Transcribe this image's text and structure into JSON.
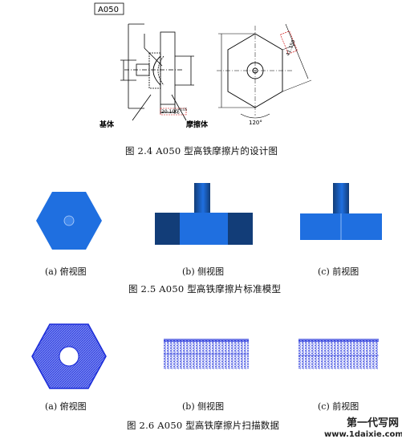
{
  "drawing": {
    "code": "A050",
    "dimension_thickness": "20.100",
    "dimension_tolerance_top": "+0.05",
    "dimension_tolerance_bottom": "0",
    "dimension_side": "41.150",
    "angle": "120°",
    "label_base": "基体",
    "label_friction": "摩擦体"
  },
  "fig_2_4": {
    "caption": "图 2.4  A050 型高铁摩擦片的设计图"
  },
  "fig_2_5": {
    "sub_a": "(a) 俯视图",
    "sub_b": "(b) 侧视图",
    "sub_c": "(c) 前视图",
    "caption": "图 2.5  A050 型高铁摩擦片标准模型"
  },
  "fig_2_6": {
    "sub_a": "(a) 俯视图",
    "sub_b": "(b) 侧视图",
    "sub_c": "(c) 前视图",
    "caption": "图 2.6  A050 型高铁摩擦片扫描数据"
  },
  "watermark": {
    "line1": "第一代写网",
    "line2": "www.1daixie.com"
  },
  "colors": {
    "model_blue": "#1f6fe0",
    "model_dark": "#123d78",
    "scan_blue": "#1a2bd8"
  }
}
